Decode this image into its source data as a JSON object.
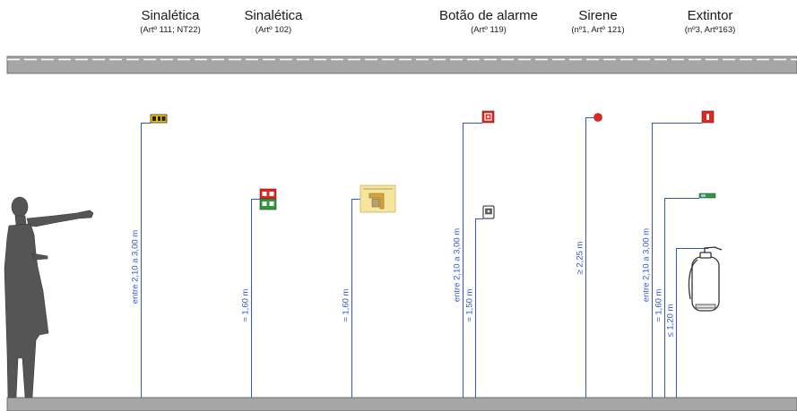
{
  "headers": [
    {
      "title": "Sinalética",
      "subtitle": "(Artº 111; NT22)"
    },
    {
      "title": "Sinalética",
      "subtitle": "(Artº 102)"
    },
    {
      "title": "Botão de alarme",
      "subtitle": "(Artº 119)"
    },
    {
      "title": "Sirene",
      "subtitle": "(nº1, Artº 121)"
    },
    {
      "title": "Extintor",
      "subtitle": "(nº3, Artº163)"
    }
  ],
  "dimensions": {
    "sign_high": "entre 2,10 a 3,00 m",
    "sign_mid": "≈ 1,60 m",
    "plan_mid": "≈ 1,60 m",
    "alarm_high": "entre 2,10 a 3,00 m",
    "alarm_button": "≈ 1,50 m",
    "siren": "≥ 2,25 m",
    "ext_high": "entre 2,10 a 3,00 m",
    "ext_mid": "≈ 1,60 m",
    "ext_low": "≤ 1,20 m"
  },
  "colors": {
    "dimension_line": "#2f56c8",
    "slab": "#a6a6a6",
    "figure": "#555555",
    "fire_red": "#e8231d",
    "exit_green": "#2f9a3b",
    "sign_yellow": "#f2c400"
  },
  "icons": [
    "person-pointing-silhouette",
    "exit-sign-icon",
    "fire-equipment-sign-icon",
    "evacuation-plan-icon",
    "alarm-sign-icon",
    "alarm-button-icon",
    "siren-icon",
    "extinguisher-sign-icon",
    "green-sign-icon",
    "fire-extinguisher-icon"
  ]
}
